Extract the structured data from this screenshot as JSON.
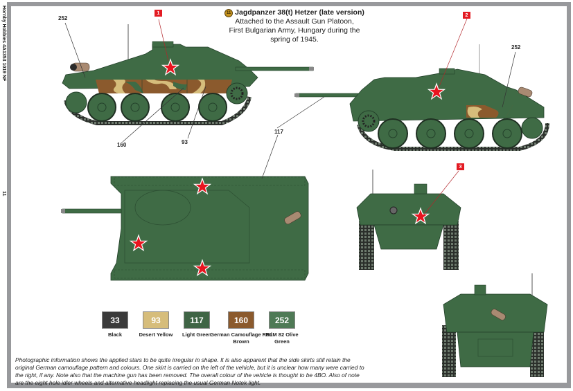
{
  "sidebar": {
    "product_code": "Hornby Hobbies 4A1353 1019 NF",
    "page_number": "11"
  },
  "header": {
    "scheme_number": "11",
    "title": "Jagdpanzer 38(t) Hetzer (late version)",
    "description_lines": [
      "Attached to the Assault Gun Platoon,",
      "First Bulgarian Army, Hungary during the",
      "spring of 1945."
    ]
  },
  "markers": [
    {
      "label": "1"
    },
    {
      "label": "2"
    },
    {
      "label": "3"
    }
  ],
  "callouts": {
    "left_252": "252",
    "left_160": "160",
    "left_93": "93",
    "right_252": "252",
    "gun_117": "117"
  },
  "colours": {
    "tank_green": "#3f6b45",
    "star_red": "#e8151f",
    "marker_red": "#e31b23"
  },
  "paints": [
    {
      "number": "33",
      "name": "Black",
      "color": "#3b3b3b"
    },
    {
      "number": "93",
      "name": "Desert Yellow",
      "color": "#d6bd7b"
    },
    {
      "number": "117",
      "name": "Light Green",
      "color": "#3f6445"
    },
    {
      "number": "160",
      "name": "German Camouflage Red Brown",
      "color": "#8b5a2d"
    },
    {
      "number": "252",
      "name": "RLM 82 Olive Green",
      "color": "#4f7a56"
    }
  ],
  "notes": "Photographic information shows the applied stars to be quite irregular in shape. It is also apparent that the side skirts still retain the original German camouflage pattern and colours. One skirt is carried on the left of the vehicle, but it is unclear how many were carried to the right, if any. Note also that the machine gun has been removed. The overall colour of the vehicle is thought to be 4BO. Also of note are the eight hole idler wheels and alternative headlight replacing the usual German Notek light."
}
